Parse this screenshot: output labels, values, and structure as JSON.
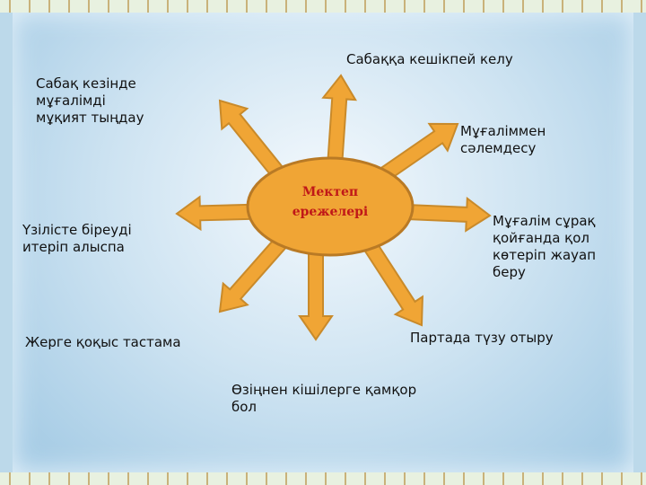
{
  "center": {
    "line1": "Мектеп",
    "line2": "ережелері"
  },
  "rules": [
    "Сабаққа кешікпей келу",
    "Мұғаліммен\nсәлемдесу",
    "Мұғалім сұрақ\n қойғанда қол\n көтеріп жауап\nберу",
    "Партада түзу отыру",
    "Өзіңнен кішілерге қамқор\nбол",
    "Жерге қоқыс тастама",
    "Үзілісте біреуді\nитеріп алыспа",
    "Сабақ кезінде\nмұғалімді\nмұқият тыңдау"
  ],
  "colors": {
    "arrow": "#f0a535",
    "arrow_stroke": "#c98a2a",
    "center_text": "#c01818"
  }
}
